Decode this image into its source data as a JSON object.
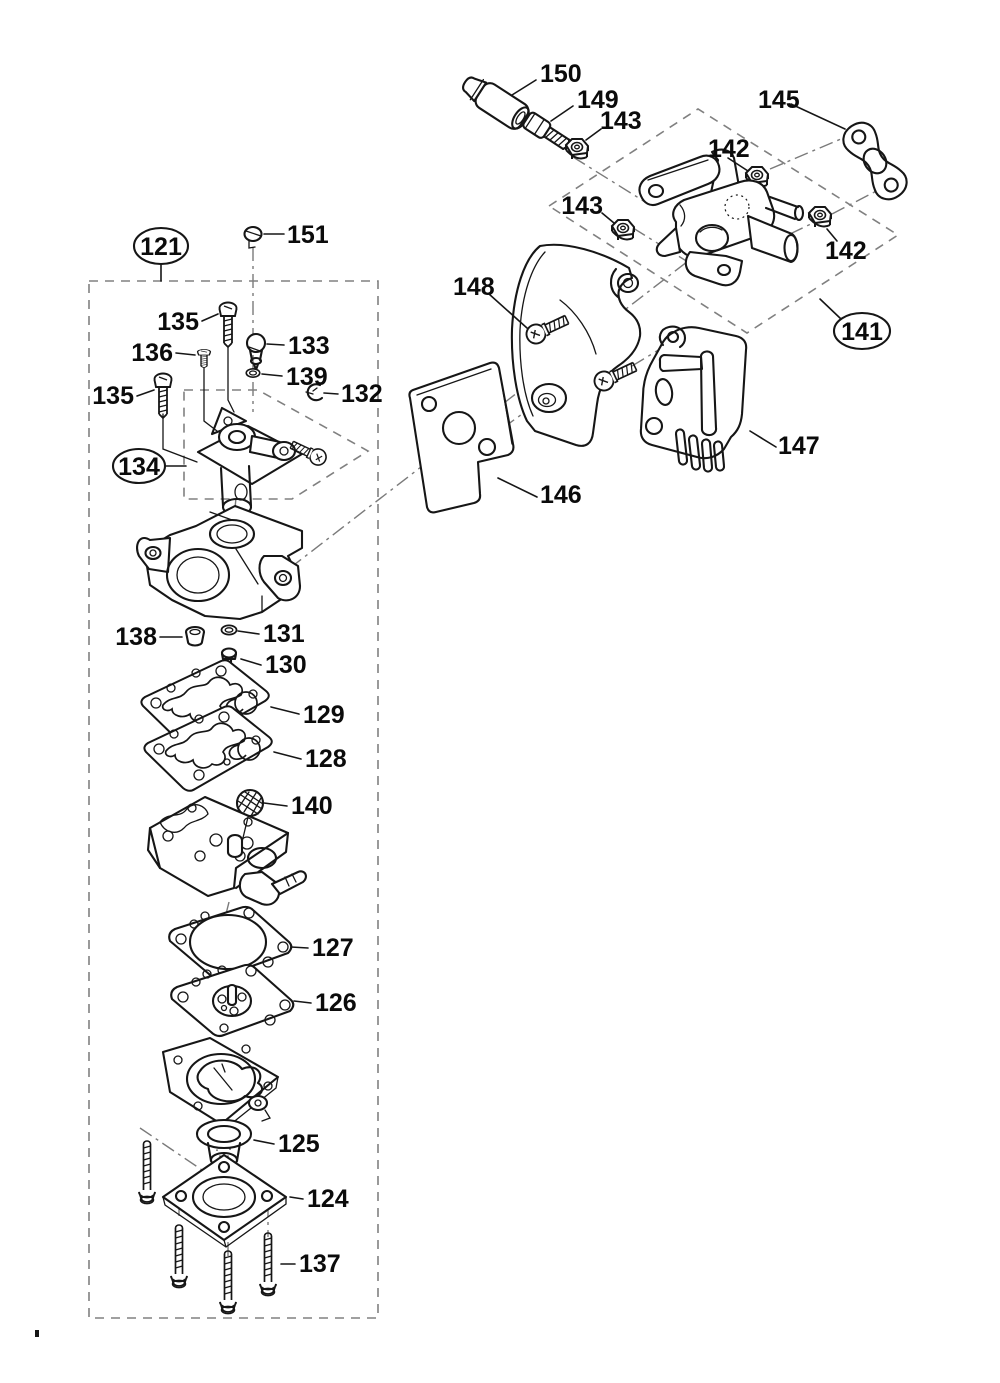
{
  "diagram": {
    "type": "exploded-parts-diagram",
    "subject": "carburetor and intake bracket assembly",
    "background_color": "#ffffff",
    "line_color": "#161616",
    "construction_line_color": "#7a7a7a",
    "boundary_style": "dashed"
  },
  "callouts": {
    "c121": "121",
    "c124": "124",
    "c125": "125",
    "c126": "126",
    "c127": "127",
    "c128": "128",
    "c129": "129",
    "c130": "130",
    "c131": "131",
    "c132": "132",
    "c133": "133",
    "c134": "134",
    "c135a": "135",
    "c135b": "135",
    "c136": "136",
    "c137": "137",
    "c138": "138",
    "c139": "139",
    "c140": "140",
    "c141": "141",
    "c142a": "142",
    "c142b": "142",
    "c143a": "143",
    "c143b": "143",
    "c145": "145",
    "c146": "146",
    "c147": "147",
    "c148": "148",
    "c149": "149",
    "c150": "150",
    "c151": "151"
  }
}
